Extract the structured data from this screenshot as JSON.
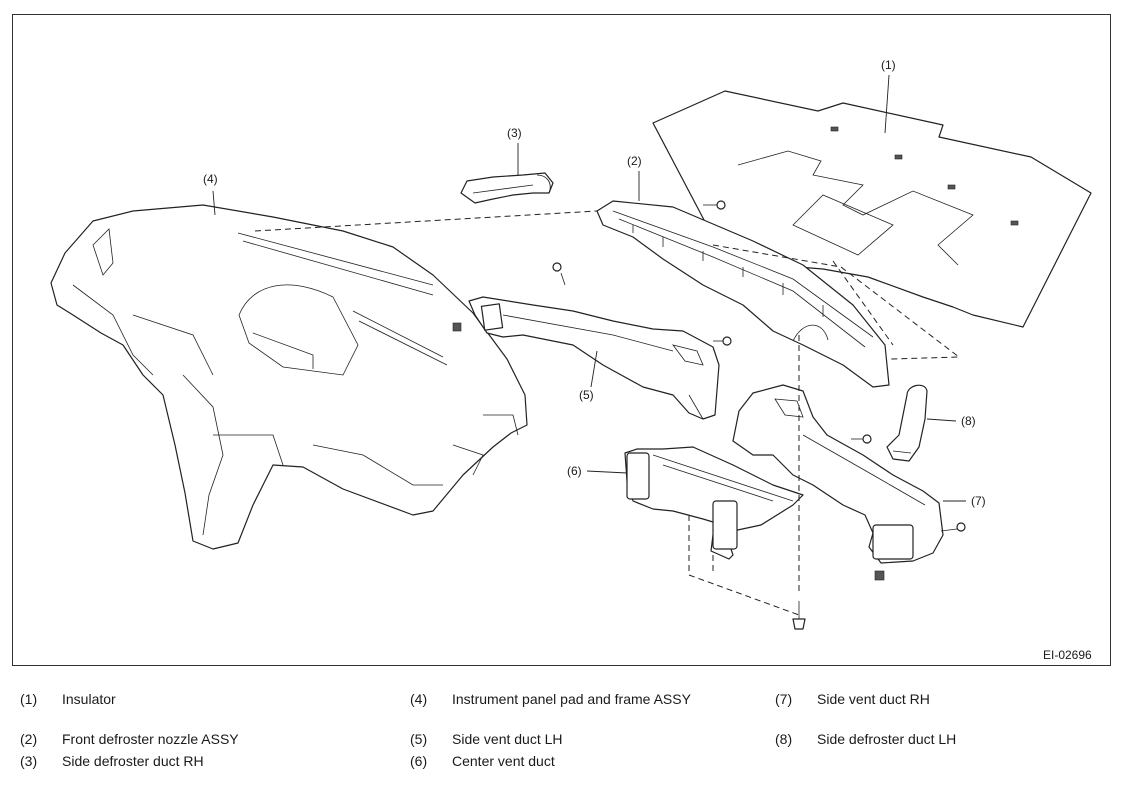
{
  "figure": {
    "id": "EI-02696",
    "callouts": {
      "c1": "(1)",
      "c2": "(2)",
      "c3": "(3)",
      "c4": "(4)",
      "c5": "(5)",
      "c6": "(6)",
      "c7": "(7)",
      "c8": "(8)"
    }
  },
  "legend": {
    "items": [
      {
        "num": "(1)",
        "label": "Insulator"
      },
      {
        "num": "(2)",
        "label": "Front defroster nozzle ASSY"
      },
      {
        "num": "(3)",
        "label": "Side defroster duct RH"
      },
      {
        "num": "(4)",
        "label": "Instrument panel pad and frame ASSY"
      },
      {
        "num": "(5)",
        "label": "Side vent duct LH"
      },
      {
        "num": "(6)",
        "label": "Center vent duct"
      },
      {
        "num": "(7)",
        "label": "Side vent duct RH"
      },
      {
        "num": "(8)",
        "label": "Side defroster duct LH"
      }
    ]
  }
}
